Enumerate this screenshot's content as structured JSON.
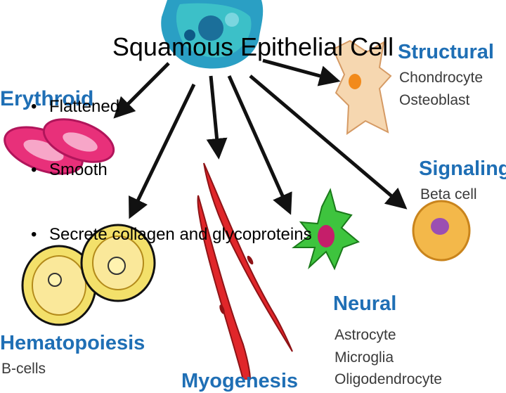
{
  "slide": {
    "title": "Squamous Epithelial Cell",
    "bullets": [
      "Flattened",
      "Smooth",
      "Secrete collagen and glycoproteins"
    ]
  },
  "diagram": {
    "categories": {
      "erythroid": {
        "title": "Erythroid",
        "items": []
      },
      "structural": {
        "title": "Structural",
        "items": [
          "Chondrocyte",
          "Osteoblast"
        ]
      },
      "signaling": {
        "title": "Signaling",
        "items": [
          "Beta cell"
        ]
      },
      "hematopoiesis": {
        "title": "Hematopoiesis",
        "items": [
          "B-cells"
        ]
      },
      "neural": {
        "title": "Neural",
        "items": [
          "Astrocyte",
          "Microglia",
          "Oligodendrocyte"
        ]
      },
      "myogenesis": {
        "title": "Myogenesis",
        "items": []
      }
    }
  },
  "colors": {
    "label_blue": "#1f6fb5",
    "stem_cell": "#2a9fc4",
    "red_cell": "#e8307a",
    "bone_cell": "#f6d7b0",
    "beta_cell": "#f3b84a",
    "b_cell": "#f3e06a",
    "muscle": "#e0262a",
    "neuron": "#3ec43e"
  }
}
